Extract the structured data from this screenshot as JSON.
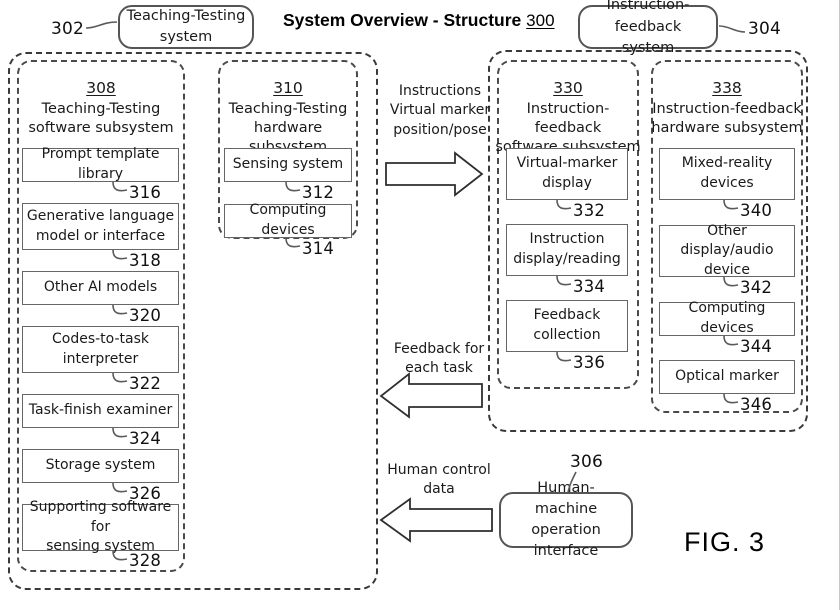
{
  "figure": {
    "title_text": "System Overview - Structure",
    "title_number": "300",
    "caption": "FIG. 3"
  },
  "top_pills": [
    {
      "ref": "302",
      "label": "Teaching-Testing\nsystem",
      "name": "teaching-testing-system-pill"
    },
    {
      "ref": "304",
      "label": "Instruction-feedback\nsystem",
      "name": "instruction-feedback-system-pill"
    }
  ],
  "bottom_pill": {
    "ref": "306",
    "label": "Human-machine\noperation interface",
    "name": "human-machine-operation-interface-pill"
  },
  "columns": [
    {
      "num": "308",
      "title_line1": "Teaching-Testing",
      "title_line2": "software subsystem",
      "items": [
        {
          "label": "Prompt template library",
          "ref": "316"
        },
        {
          "label": "Generative language\nmodel or interface",
          "ref": "318"
        },
        {
          "label": "Other AI models",
          "ref": "320"
        },
        {
          "label": "Codes-to-task\ninterpreter",
          "ref": "322"
        },
        {
          "label": "Task-finish examiner",
          "ref": "324"
        },
        {
          "label": "Storage system",
          "ref": "326"
        },
        {
          "label": "Supporting software for\nsensing system",
          "ref": "328"
        }
      ]
    },
    {
      "num": "310",
      "title_line1": "Teaching-Testing",
      "title_line2": "hardware subsystem",
      "items": [
        {
          "label": "Sensing system",
          "ref": "312"
        },
        {
          "label": "Computing devices",
          "ref": "314"
        }
      ]
    },
    {
      "num": "330",
      "title_line1": "Instruction-feedback",
      "title_line2": "software subsystem",
      "items": [
        {
          "label": "Virtual-marker\ndisplay",
          "ref": "332"
        },
        {
          "label": "Instruction\ndisplay/reading",
          "ref": "334"
        },
        {
          "label": "Feedback\ncollection",
          "ref": "336"
        }
      ]
    },
    {
      "num": "338",
      "title_line1": "Instruction-feedback",
      "title_line2": "hardware subsystem",
      "items": [
        {
          "label": "Mixed-reality\ndevices",
          "ref": "340"
        },
        {
          "label": "Other display/audio\ndevice",
          "ref": "342"
        },
        {
          "label": "Computing devices",
          "ref": "344"
        },
        {
          "label": "Optical marker",
          "ref": "346"
        }
      ]
    }
  ],
  "flows": [
    {
      "name": "instructions-flow",
      "label": "Instructions\nVirtual marker\nposition/pose",
      "direction": "right"
    },
    {
      "name": "feedback-flow",
      "label": "Feedback for\neach task",
      "direction": "left"
    },
    {
      "name": "human-control-flow",
      "label": "Human control\ndata",
      "direction": "left"
    }
  ],
  "colors": {
    "stroke": "#3a3a3a",
    "box_stroke": "#666666",
    "text": "#1a1a1a",
    "background": "#ffffff"
  }
}
